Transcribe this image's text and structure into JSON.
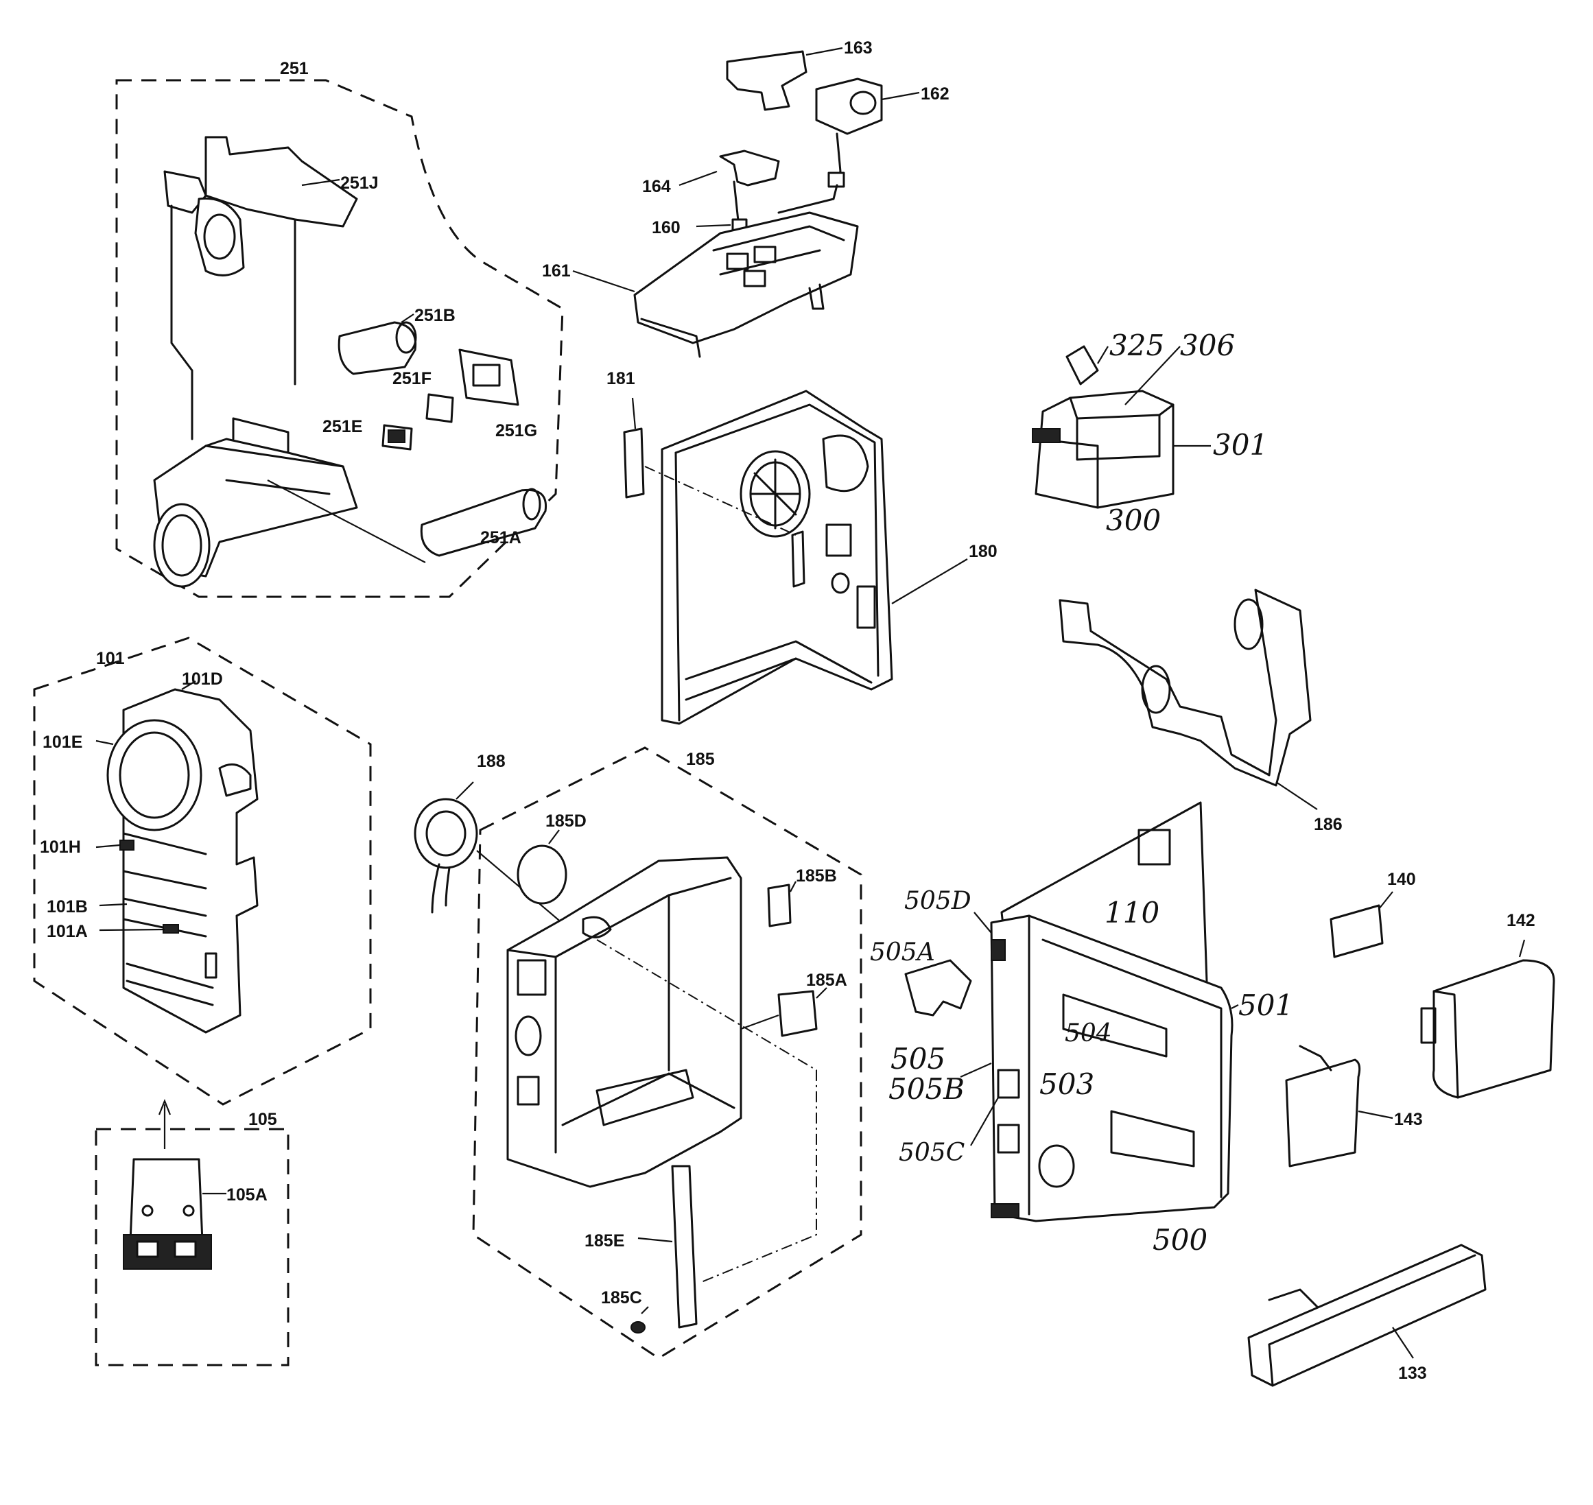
{
  "groups": {
    "g251": "251",
    "g101": "101",
    "g105": "105",
    "g185": "185"
  },
  "labels": {
    "l251J": "251J",
    "l251B": "251B",
    "l251F": "251F",
    "l251G": "251G",
    "l251E": "251E",
    "l251A": "251A",
    "l163": "163",
    "l162": "162",
    "l164": "164",
    "l160": "160",
    "l161": "161",
    "l181": "181",
    "l180": "180",
    "l101D": "101D",
    "l101E": "101E",
    "l101H": "101H",
    "l101B": "101B",
    "l101A": "101A",
    "l105A": "105A",
    "l188": "188",
    "l185D": "185D",
    "l185B": "185B",
    "l185A": "185A",
    "l185E": "185E",
    "l185C": "185C",
    "l186": "186",
    "l140": "140",
    "l142": "142",
    "l143": "143",
    "l133": "133"
  },
  "handwritten": {
    "h325": "325",
    "h306": "306",
    "h301": "301",
    "h300": "300",
    "h505D": "505D",
    "h505A": "505A",
    "h110": "110",
    "h501": "501",
    "h504": "504",
    "h505": "505",
    "h505B": "505B",
    "h503": "503",
    "h505C": "505C",
    "h500": "500"
  }
}
